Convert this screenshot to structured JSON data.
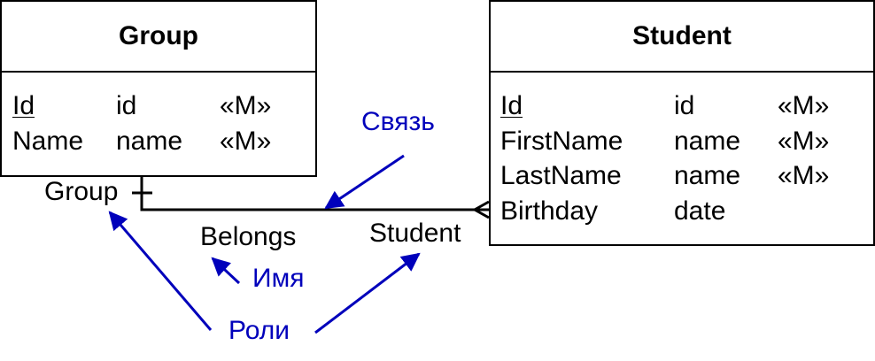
{
  "colors": {
    "line": "#000000",
    "annotation": "#0000bb"
  },
  "entities": {
    "group": {
      "title": "Group",
      "attributes": [
        {
          "name": "Id",
          "domain": "id",
          "modifier": "«M»",
          "key": true
        },
        {
          "name": "Name",
          "domain": "name",
          "modifier": "«M»",
          "key": false
        }
      ]
    },
    "student": {
      "title": "Student",
      "attributes": [
        {
          "name": "Id",
          "domain": "id",
          "modifier": "«M»",
          "key": true
        },
        {
          "name": "FirstName",
          "domain": "name",
          "modifier": "«M»",
          "key": false
        },
        {
          "name": "LastName",
          "domain": "name",
          "modifier": "«M»",
          "key": false
        },
        {
          "name": "Birthday",
          "domain": "date",
          "modifier": "",
          "key": false
        }
      ]
    }
  },
  "relationship": {
    "name": "Belongs",
    "role_group": "Group",
    "role_student": "Student",
    "cardinality_group": "one",
    "cardinality_student": "many"
  },
  "annotations": {
    "link": "Связь",
    "name": "Имя",
    "roles": "Роли"
  }
}
